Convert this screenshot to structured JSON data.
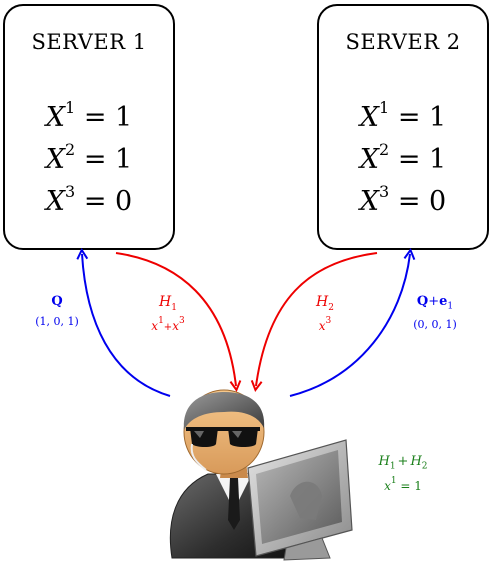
{
  "servers": [
    {
      "title": "SERVER 1",
      "equations": [
        {
          "var": "X",
          "sup": "1",
          "rhs": "= 1"
        },
        {
          "var": "X",
          "sup": "2",
          "rhs": "= 1"
        },
        {
          "var": "X",
          "sup": "3",
          "rhs": "= 0"
        }
      ]
    },
    {
      "title": "SERVER 2",
      "equations": [
        {
          "var": "X",
          "sup": "1",
          "rhs": "= 1"
        },
        {
          "var": "X",
          "sup": "2",
          "rhs": "= 1"
        },
        {
          "var": "X",
          "sup": "3",
          "rhs": "= 0"
        }
      ]
    }
  ],
  "query1": {
    "name": "Q",
    "vector": "(1, 0, 1)"
  },
  "answer1": {
    "name": "H",
    "name_sub": "1",
    "expr_a": "x",
    "expr_a_sup": "1",
    "plus": "+",
    "expr_b": "x",
    "expr_b_sup": "3"
  },
  "answer2": {
    "name": "H",
    "name_sub": "2",
    "expr": "x",
    "expr_sup": "3"
  },
  "query2": {
    "name": "Q",
    "plus": "+",
    "e": "e",
    "e_sub": "1",
    "vector": "(0, 0, 1)"
  },
  "decode": {
    "h1": "H",
    "h1_sub": "1",
    "plus": "+",
    "h2": "H",
    "h2_sub": "2",
    "x": "x",
    "x_sup": "1",
    "rhs": "= 1"
  },
  "colors": {
    "query": "#0000ee",
    "answer": "#ee0000",
    "decode": "#1a7f1a"
  }
}
